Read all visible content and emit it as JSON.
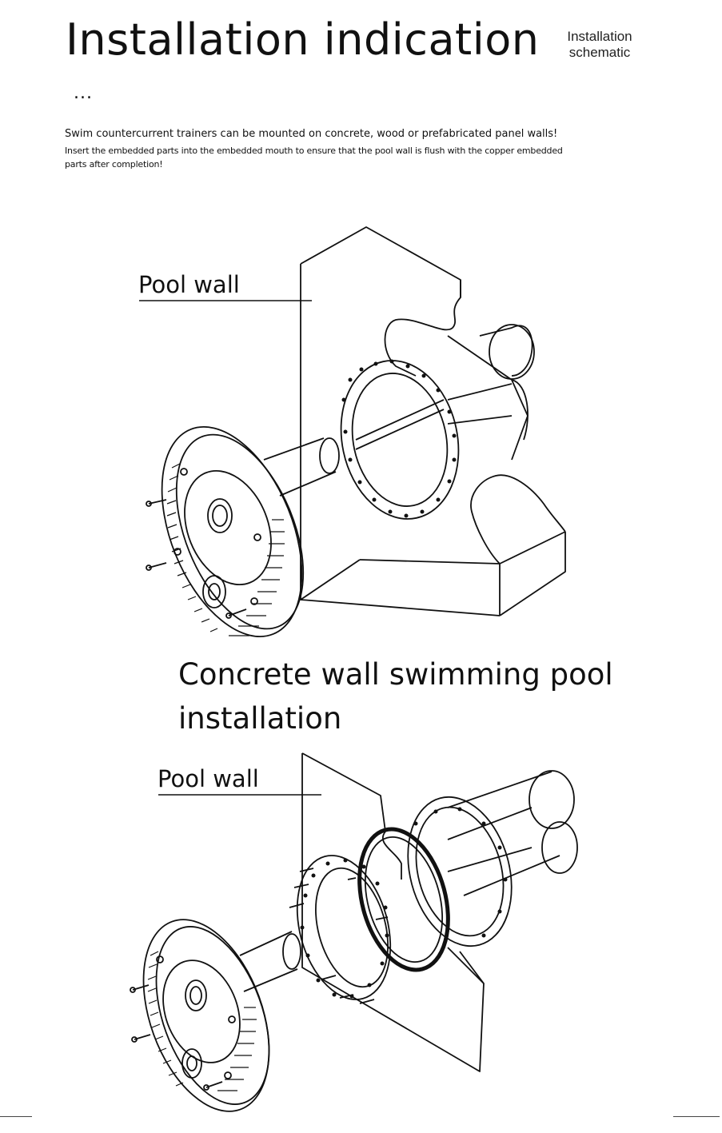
{
  "header": {
    "title": "Installation indication",
    "side_label_line1": "Installation",
    "side_label_line2": "schematic",
    "ellipsis": "..."
  },
  "intro": {
    "lead": "Swim countercurrent trainers can be mounted on concrete, wood or prefabricated panel walls!",
    "body": "Insert the embedded parts into the embedded mouth to ensure that the pool wall is flush with the copper embedded parts after completion!"
  },
  "diagram_top": {
    "label": "Pool wall"
  },
  "caption": {
    "text": "Concrete wall swimming pool installation"
  },
  "diagram_bottom": {
    "label": "Pool wall"
  },
  "colors": {
    "line": "#111111",
    "background": "#ffffff"
  }
}
